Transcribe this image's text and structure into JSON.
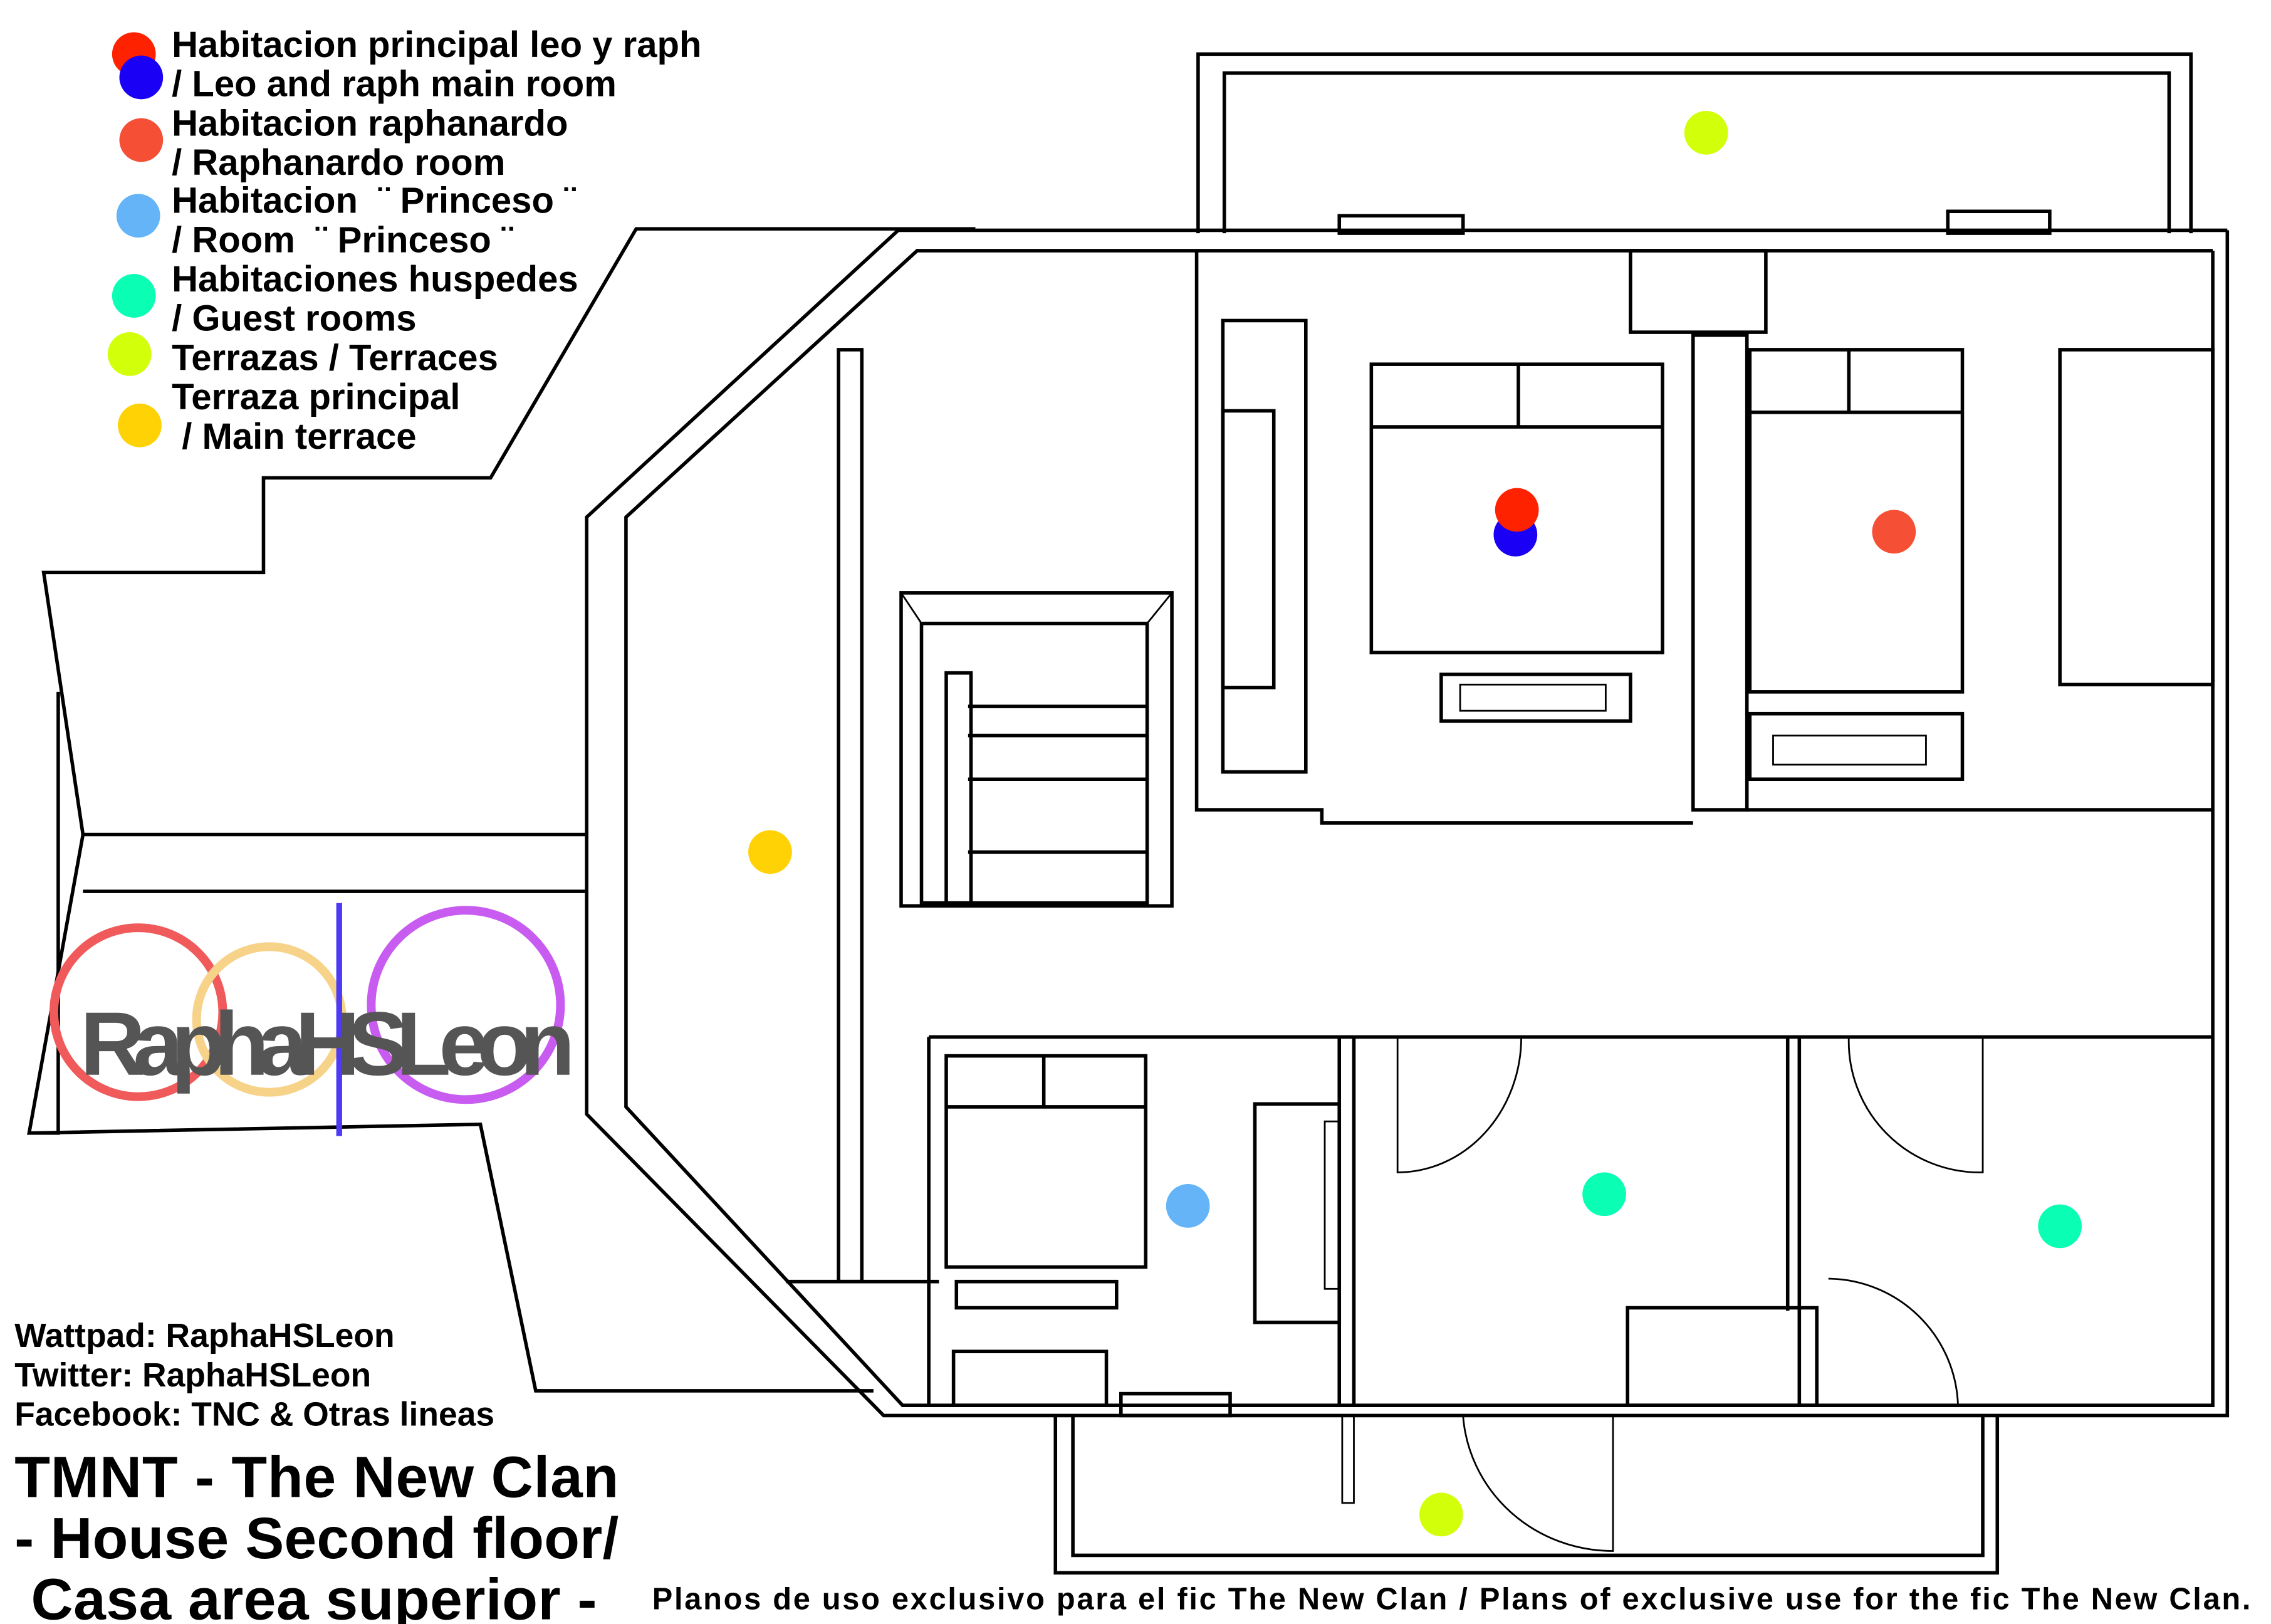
{
  "legend": [
    {
      "line1": "Habitacion principal leo y raph",
      "line2": "/ Leo and raph main room",
      "colors": [
        "#ff2200",
        "#1a00f5"
      ]
    },
    {
      "line1": "Habitacion raphanardo",
      "line2": " / Raphanardo room",
      "colors": [
        "#f55035"
      ]
    },
    {
      "line1": "Habitacion  ¨ Princeso ¨",
      "line2": "/ Room  ¨ Princeso ¨",
      "colors": [
        "#64b4f7"
      ]
    },
    {
      "line1": "Habitaciones huspedes",
      "line2": "/ Guest rooms",
      "colors": [
        "#0affb4"
      ]
    },
    {
      "line1": "Terrazas / Terraces",
      "line2": "",
      "colors": [
        "#d2ff0a"
      ]
    },
    {
      "line1": "Terraza principal",
      "line2": " / Main terrace",
      "colors": [
        "#ffd205"
      ]
    }
  ],
  "credits": {
    "wattpad": "Wattpad: RaphaHSLeon",
    "twitter": "Twitter: RaphaHSLeon",
    "facebook": "Facebook: TNC & Otras lineas"
  },
  "title": {
    "line1": "TMNT - The New Clan",
    "line2": "- House Second floor/",
    "line3": " Casa area superior -"
  },
  "footer": "Planos de uso exclusivo para el fic The New Clan / Plans of exclusive use for the fic The New Clan.",
  "logo_text": "RaphaHSLeon",
  "room_markers": {
    "main_room": [
      "#ff2200",
      "#1a00f5"
    ],
    "raphanardo": "#f55035",
    "princeso": "#64b4f7",
    "guest": "#0affb4",
    "terrace": "#d2ff0a",
    "main_terrace": "#ffd205"
  }
}
